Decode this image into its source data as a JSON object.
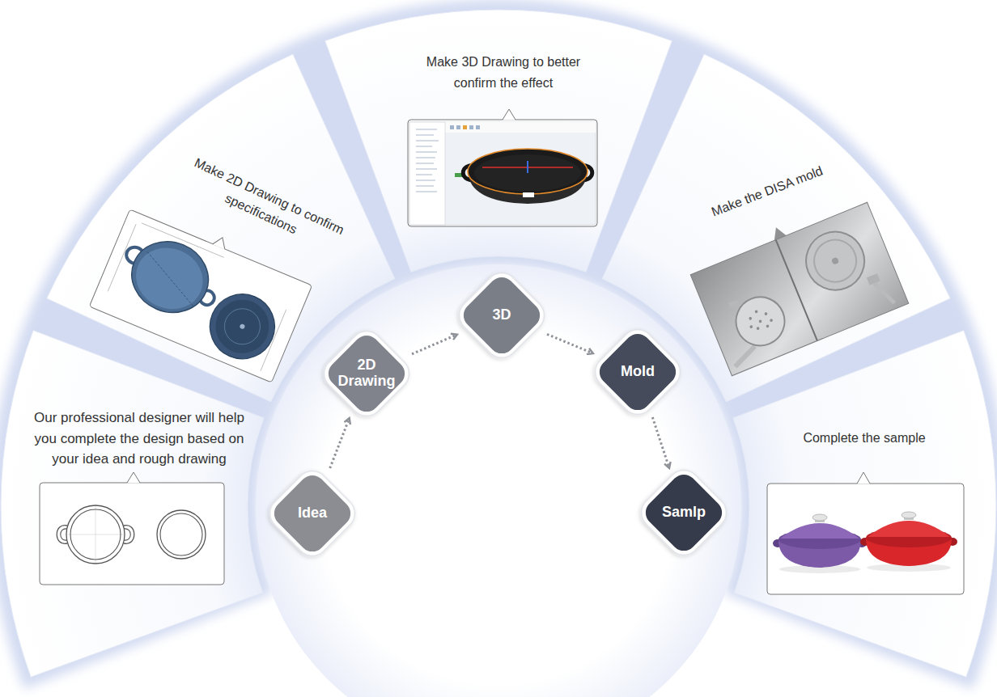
{
  "diagram": {
    "nodes": [
      {
        "text": [
          "Our professional designer will help you complete the design based on your idea and rough drawing"
        ]
      },
      {
        "text": [
          "Make 2D Drawing to confirm specifications"
        ]
      },
      {
        "text": [
          "Make 3D Drawing to better confirm the effect"
        ]
      },
      {
        "text": [
          "Make the DISA mold"
        ]
      },
      {
        "text": [
          "Complete the sample"
        ]
      },
      {
        "text": [
          "Idea"
        ]
      },
      {
        "text": [
          "2D Drawing"
        ]
      },
      {
        "text": [
          "3D"
        ]
      },
      {
        "text": [
          "Mold"
        ]
      },
      {
        "text": [
          "Samlp"
        ]
      }
    ],
    "edges": [
      {
        "from": 5,
        "to": 6,
        "arrow": "to"
      },
      {
        "from": 6,
        "to": 7,
        "arrow": "to"
      },
      {
        "from": 7,
        "to": 8,
        "arrow": "to"
      },
      {
        "from": 8,
        "to": 9,
        "arrow": "to"
      }
    ]
  }
}
